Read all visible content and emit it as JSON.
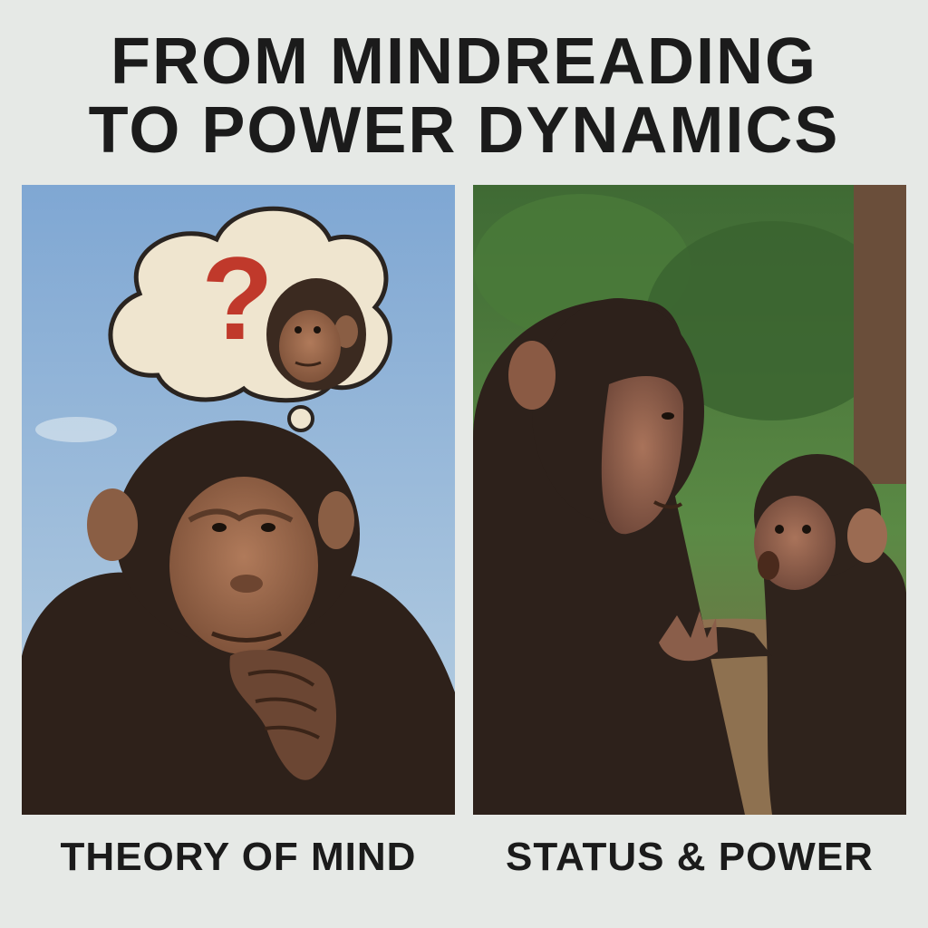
{
  "title": {
    "line1": "FROM MINDREADING",
    "line2": "TO POWER DYNAMICS"
  },
  "panels": [
    {
      "caption": "THEORY OF MIND",
      "thought_mark": "?",
      "colors": {
        "sky": "#8fb3d6",
        "bubble": "#efe5cf",
        "question": "#c0392b"
      }
    },
    {
      "caption": "STATUS & POWER",
      "colors": {
        "foliage": "#4c7a3c",
        "ground": "#8a6e4a"
      }
    }
  ]
}
